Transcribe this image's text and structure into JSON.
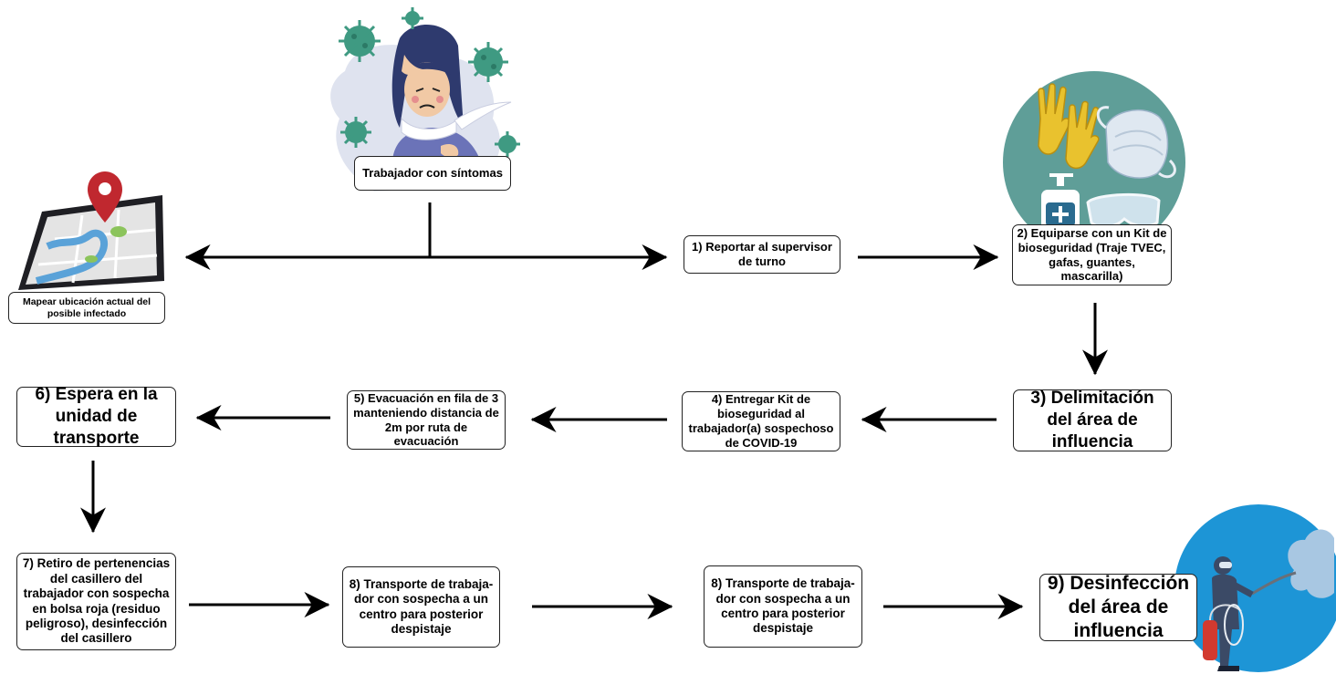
{
  "nodes": {
    "symptoms": "Trabajador con síntomas",
    "map_location": "Mapear ubicación actual del posible infectado",
    "step1": "1) Reportar al supervisor de turno",
    "step2": "2) Equiparse con un Kit de bioseguridad (Traje TVEC, gafas, guantes, mascarilla)",
    "step3": "3) Delimitación del área de influencia",
    "step4": "4) Entregar Kit de bioseguridad al trabajador(a) sospechoso de COVID-19",
    "step5": "5) Evacuación en fila de 3 manteniendo distancia de 2m por ruta de evacuación",
    "step6": "6) Espera en la unidad de transporte",
    "step7": "7) Retiro de pertenencias del casillero del trabajador con sospecha en bolsa roja (residuo peligroso), desinfección del casillero",
    "step8a": "8) Transporte de trabaja-dor con sospecha a un centro para posterior despistaje",
    "step8b": "8) Transporte de trabaja-dor con sospecha a un centro para posterior despistaje",
    "step9": "9) Desinfección del área de influencia"
  },
  "illustrations": [
    "sick-worker-illustration",
    "tablet-map-pin-illustration",
    "biosafety-kit-illustration",
    "disinfection-worker-illustration"
  ],
  "colors": {
    "virus_green": "#3f9a82",
    "kit_circle_teal": "#5f9e98",
    "disinfection_blue": "#1d95d6",
    "map_pin_red": "#c0282f",
    "line_black": "#000000"
  }
}
